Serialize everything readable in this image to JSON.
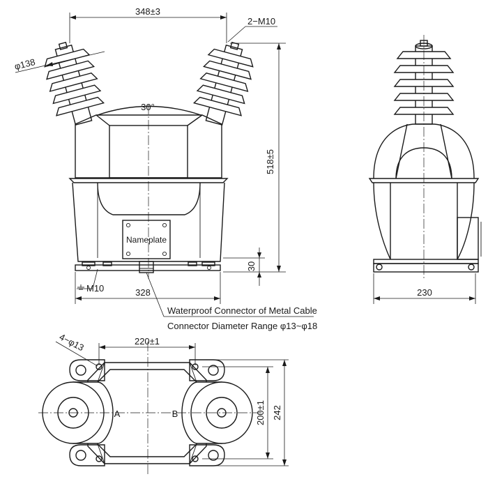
{
  "dimensions": {
    "bushing_spacing": "348±3",
    "thread": "2−M10",
    "bushing_dia": "φ138",
    "angle": "30°",
    "height": "518±5",
    "base_height": "30",
    "ground": "M10",
    "base_width": "328",
    "side_width": "230",
    "mount_holes": "4−φ13",
    "hole_spacing_x": "220±1",
    "hole_spacing_y": "200±1",
    "plan_depth": "242"
  },
  "labels": {
    "nameplate": "Nameplate",
    "connector_line1": "Waterproof Connector of Metal Cable",
    "connector_line2": "Connector Diameter Range φ13~φ18",
    "terminal_a": "A",
    "terminal_b": "B"
  }
}
